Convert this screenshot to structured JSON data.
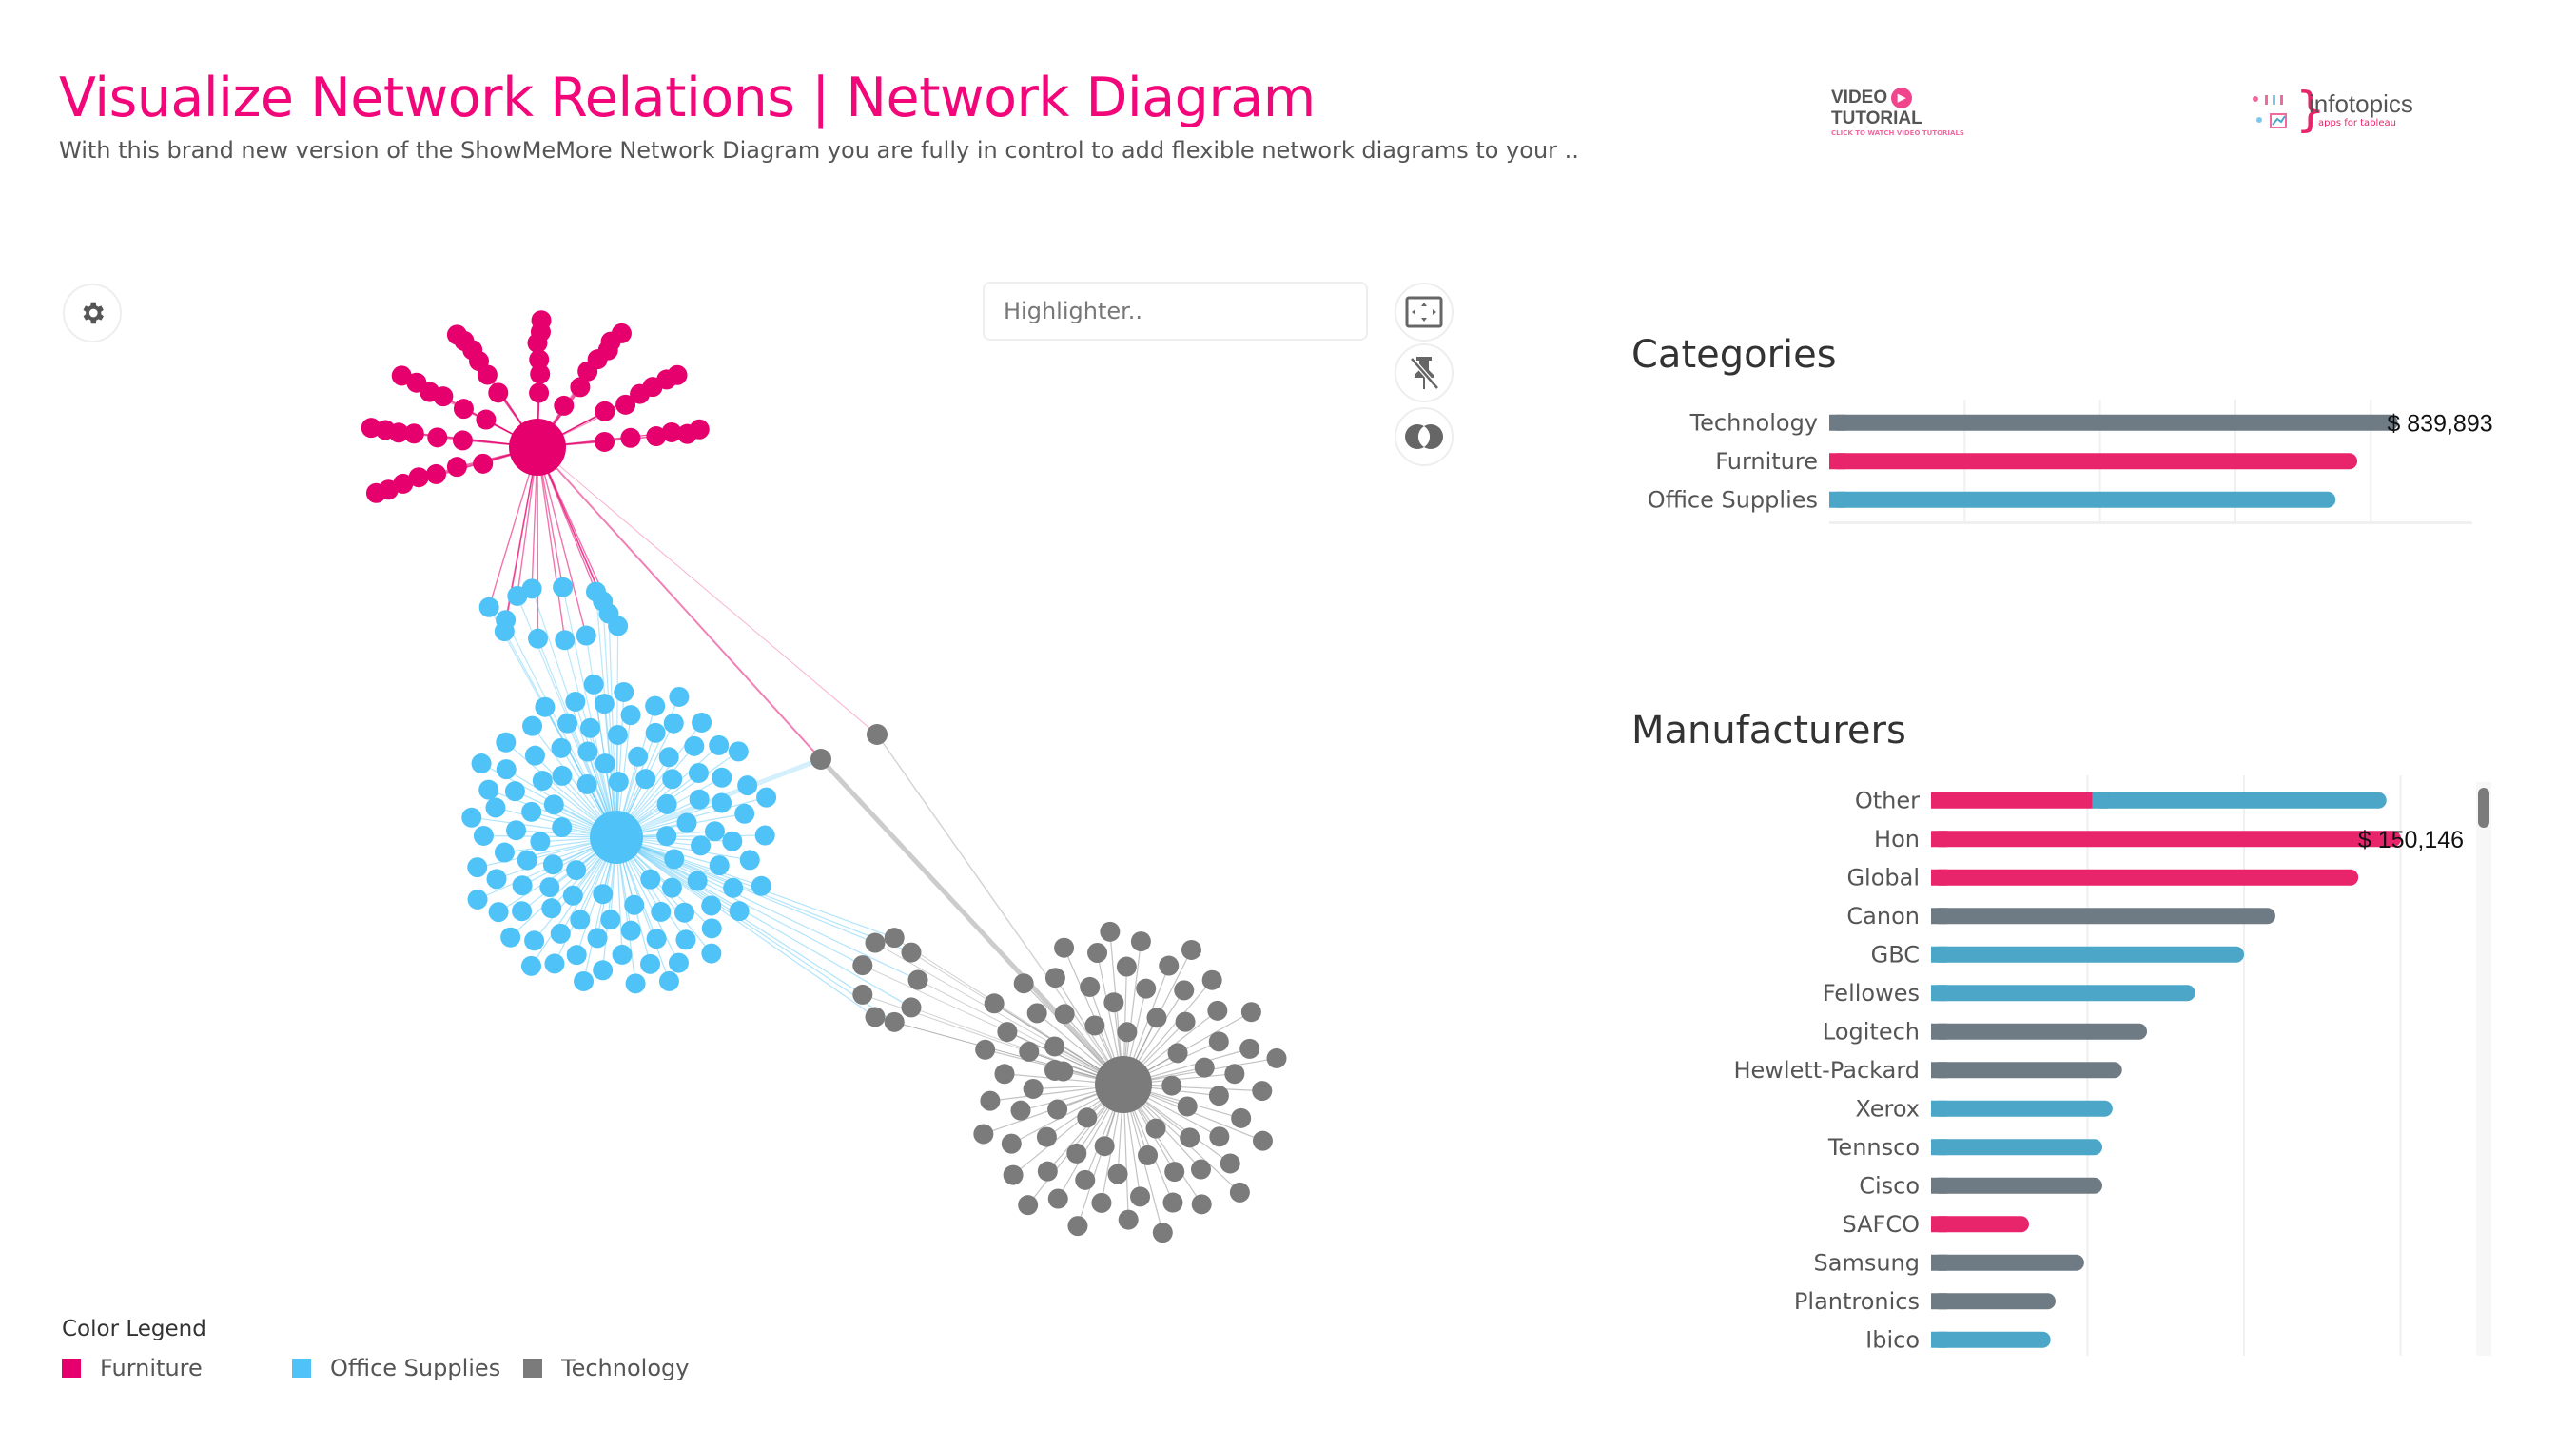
{
  "header": {
    "title": "Visualize Network Relations | Network Diagram",
    "subtitle": "With this brand new version of the ShowMeMore Network Diagram you are fully in control to add flexible network diagrams to your .."
  },
  "video_logo": {
    "line1": "VIDEO",
    "line2": "TUTORIAL",
    "caption": "CLICK TO WATCH VIDEO TUTORIALS"
  },
  "brand_logo": {
    "name": "infotopics",
    "tagline": "apps for tableau"
  },
  "toolbar": {
    "highlighter_placeholder": "Highlighter..",
    "settings_icon": "gear-icon",
    "buttons": [
      "fit-screen-icon",
      "unpin-icon",
      "overlap-icon"
    ]
  },
  "colors": {
    "Furniture": "#e5006d",
    "Office Supplies": "#4fc3f7",
    "Technology": "#7b7b7b"
  },
  "network": {
    "clusters": [
      {
        "category": "Furniture",
        "nodes": 50
      },
      {
        "category": "Office Supplies",
        "nodes": 105
      },
      {
        "category": "Technology",
        "nodes": 72
      }
    ],
    "bridges": [
      {
        "category": "Office Supplies",
        "between": [
          "Furniture",
          "Office Supplies"
        ],
        "nodes": 13
      },
      {
        "category": "Technology",
        "between": [
          "Office Supplies",
          "Technology"
        ],
        "nodes": 9
      },
      {
        "category": "Technology",
        "between": [
          "Furniture",
          "Office Supplies",
          "Technology"
        ],
        "nodes": 2
      }
    ]
  },
  "legend": {
    "title": "Color Legend",
    "items": [
      {
        "label": "Furniture",
        "color": "#e5006d"
      },
      {
        "label": "Office Supplies",
        "color": "#4fc3f7"
      },
      {
        "label": "Technology",
        "color": "#7b7b7b"
      }
    ]
  },
  "chart_data": [
    {
      "type": "bar",
      "title": "Categories",
      "categories": [
        "Technology",
        "Furniture",
        "Office Supplies"
      ],
      "values": [
        839893,
        780000,
        748000
      ],
      "colors": [
        "#6f7b84",
        "#e8246a",
        "#4ba6c8"
      ],
      "value_labels": [
        "$ 839,893",
        "",
        ""
      ],
      "xlim": [
        0,
        950000
      ],
      "grid_step": 200000
    },
    {
      "type": "bar",
      "title": "Manufacturers",
      "categories": [
        "Other",
        "Hon",
        "Global",
        "Canon",
        "GBC",
        "Fellowes",
        "Logitech",
        "Hewlett-Packard",
        "Xerox",
        "Tennsco",
        "Cisco",
        "SAFCO",
        "Samsung",
        "Plantronics",
        "Ibico"
      ],
      "series": [
        {
          "name": "Furniture",
          "color": "#e8246a",
          "values": [
            51500,
            150146,
            136500,
            0,
            0,
            0,
            0,
            0,
            0,
            0,
            0,
            31300,
            0,
            0,
            0
          ]
        },
        {
          "name": "Office Supplies",
          "color": "#4ba6c8",
          "values": [
            94000,
            0,
            0,
            0,
            100000,
            84400,
            0,
            0,
            58000,
            54700,
            0,
            0,
            0,
            0,
            38200
          ]
        },
        {
          "name": "Technology",
          "color": "#6f7b84",
          "values": [
            0,
            0,
            0,
            110000,
            0,
            0,
            69000,
            61000,
            0,
            0,
            54700,
            0,
            48900,
            39800,
            0
          ]
        }
      ],
      "value_labels": [
        "",
        "$ 150,146",
        "",
        "",
        "",
        "",
        "",
        "",
        "",
        "",
        "",
        "",
        "",
        "",
        ""
      ],
      "xlim": [
        0,
        172000
      ],
      "grid_step": 50000
    }
  ]
}
